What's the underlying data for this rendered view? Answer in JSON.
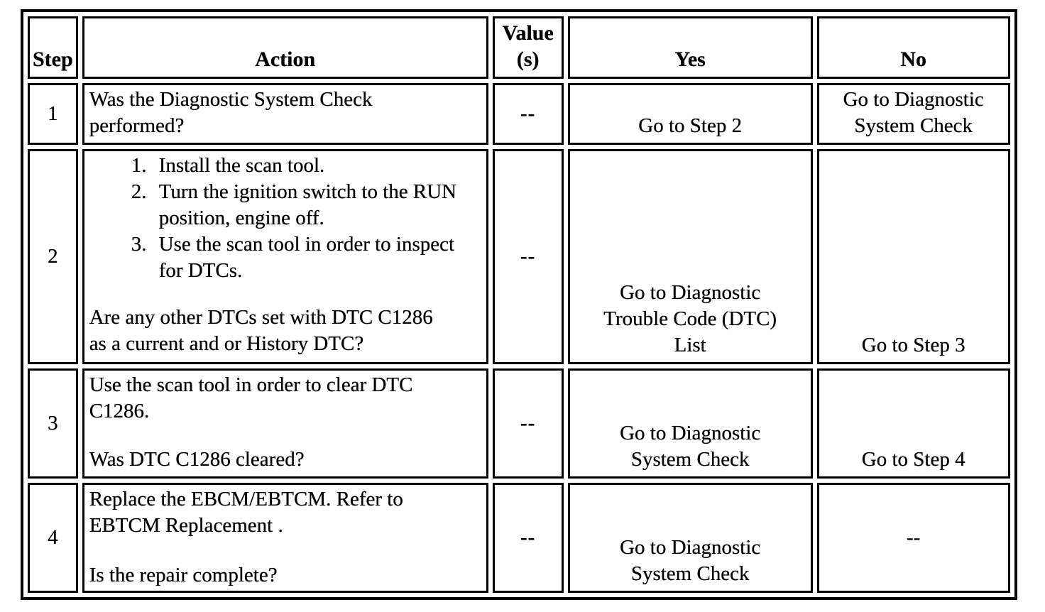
{
  "table": {
    "headers": {
      "step": "Step",
      "action": "Action",
      "values": "Value (s)",
      "yes": "Yes",
      "no": "No"
    },
    "rows": [
      {
        "step": "1",
        "action": {
          "text": "Was the Diagnostic System Check performed?"
        },
        "value": "--",
        "yes": "Go to Step 2",
        "no": "Go to Diagnostic System Check"
      },
      {
        "step": "2",
        "action": {
          "list": [
            "Install the scan tool.",
            "Turn the ignition switch to the RUN position, engine off.",
            "Use the scan tool in order to inspect for DTCs."
          ],
          "question": "Are any other DTCs set with DTC C1286 as a current and or History DTC?"
        },
        "value": "--",
        "yes": "Go to Diagnostic Trouble Code (DTC) List",
        "no": "Go to Step 3"
      },
      {
        "step": "3",
        "action": {
          "text": "Use the scan tool in order to clear DTC C1286.",
          "question": "Was DTC C1286 cleared?"
        },
        "value": "--",
        "yes": "Go to Diagnostic System Check",
        "no": "Go to Step 4"
      },
      {
        "step": "4",
        "action": {
          "text": "Replace the EBCM/EBTCM. Refer to EBTCM Replacement .",
          "question": "Is the repair complete?"
        },
        "value": "--",
        "yes": "Go to Diagnostic System Check",
        "no": "--"
      }
    ]
  }
}
